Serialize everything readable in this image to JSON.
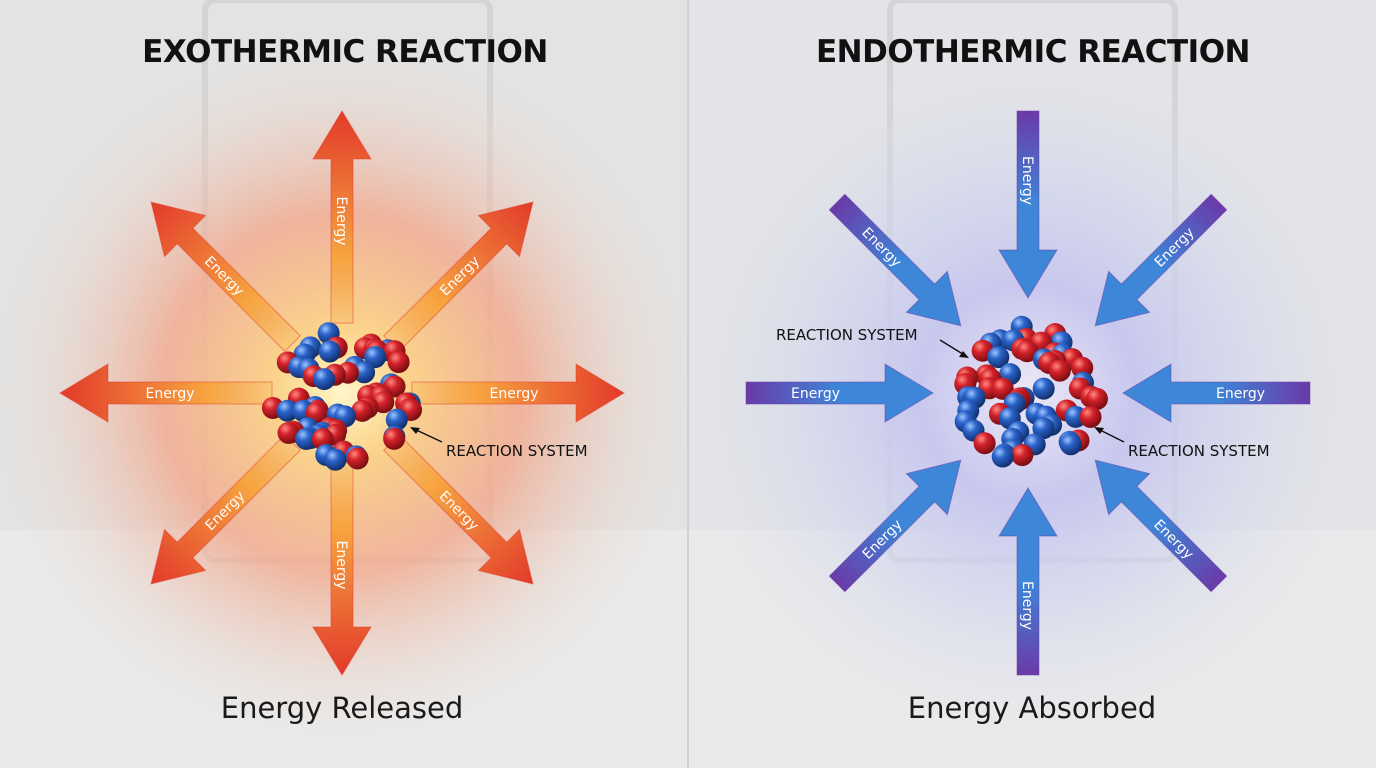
{
  "left_panel": {
    "title": "EXOTHERMIC REACTION",
    "caption": "Energy Released",
    "system_label": "REACTION SYSTEM",
    "arrow_label": "Energy",
    "arrow_direction": "outward",
    "colors": {
      "arrow_inner": "#f7a540",
      "arrow_outer": "#e23a2a",
      "glow": "#f3a07a"
    }
  },
  "right_panel": {
    "title": "ENDOTHERMIC REACTION",
    "caption": "Energy Absorbed",
    "system_label": "REACTION SYSTEM",
    "system_label_2": "REACTION SYSTEM",
    "arrow_label": "Energy",
    "arrow_direction": "inward",
    "colors": {
      "arrow_inner": "#3d86d8",
      "arrow_outer": "#6a3aa8",
      "glow": "#b9c3ee"
    }
  },
  "particle_colors": {
    "red": "#d4222a",
    "blue": "#2a63c9"
  }
}
